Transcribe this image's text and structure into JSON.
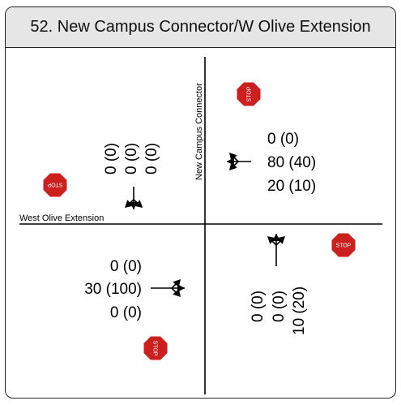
{
  "title": "52. New Campus Connector/W Olive Extension",
  "streets": {
    "north_south": "New Campus Connector",
    "east_west": "West Olive Extension"
  },
  "approaches": {
    "southbound": {
      "lines": [
        "0 (0)",
        "0 (0)",
        "0 (0)"
      ]
    },
    "westbound": {
      "lines": [
        "0 (0)",
        "80 (40)",
        "20 (10)"
      ]
    },
    "eastbound": {
      "lines": [
        "0 (0)",
        "30 (100)",
        "0 (0)"
      ]
    },
    "northbound": {
      "lines": [
        "0 (0)",
        "0 (0)",
        "10 (20)"
      ]
    }
  },
  "stop_sign": {
    "label": "STOP",
    "color": "#cc1f1f"
  }
}
